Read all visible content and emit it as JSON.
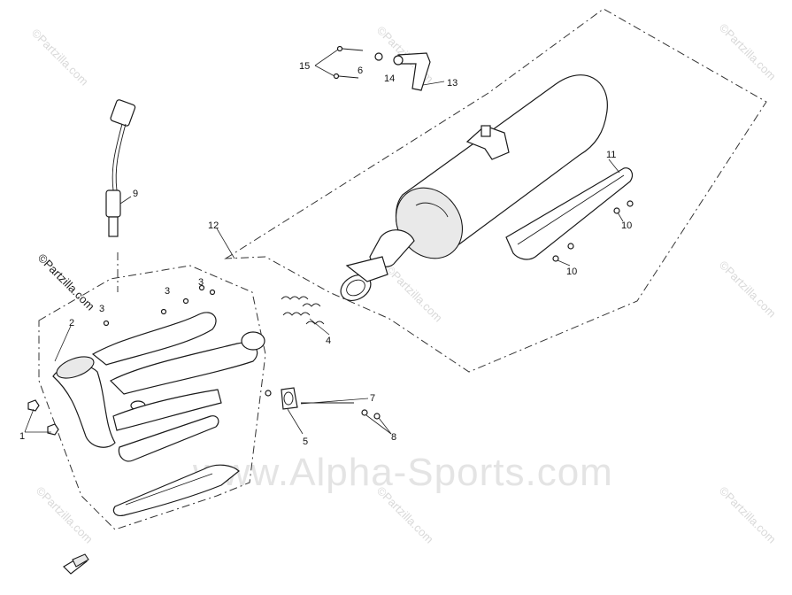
{
  "watermarks": {
    "partzilla": "©Partzilla.com",
    "alpha": "www.Alpha-Sports.com"
  },
  "callouts": {
    "c1": "1",
    "c2": "2",
    "c3a": "3",
    "c3b": "3",
    "c3c": "3",
    "c4": "4",
    "c5": "5",
    "c6": "6",
    "c7": "7",
    "c8": "8",
    "c9": "9",
    "c10a": "10",
    "c10b": "10",
    "c11": "11",
    "c12": "12",
    "c13": "13",
    "c14": "14",
    "c15": "15"
  }
}
